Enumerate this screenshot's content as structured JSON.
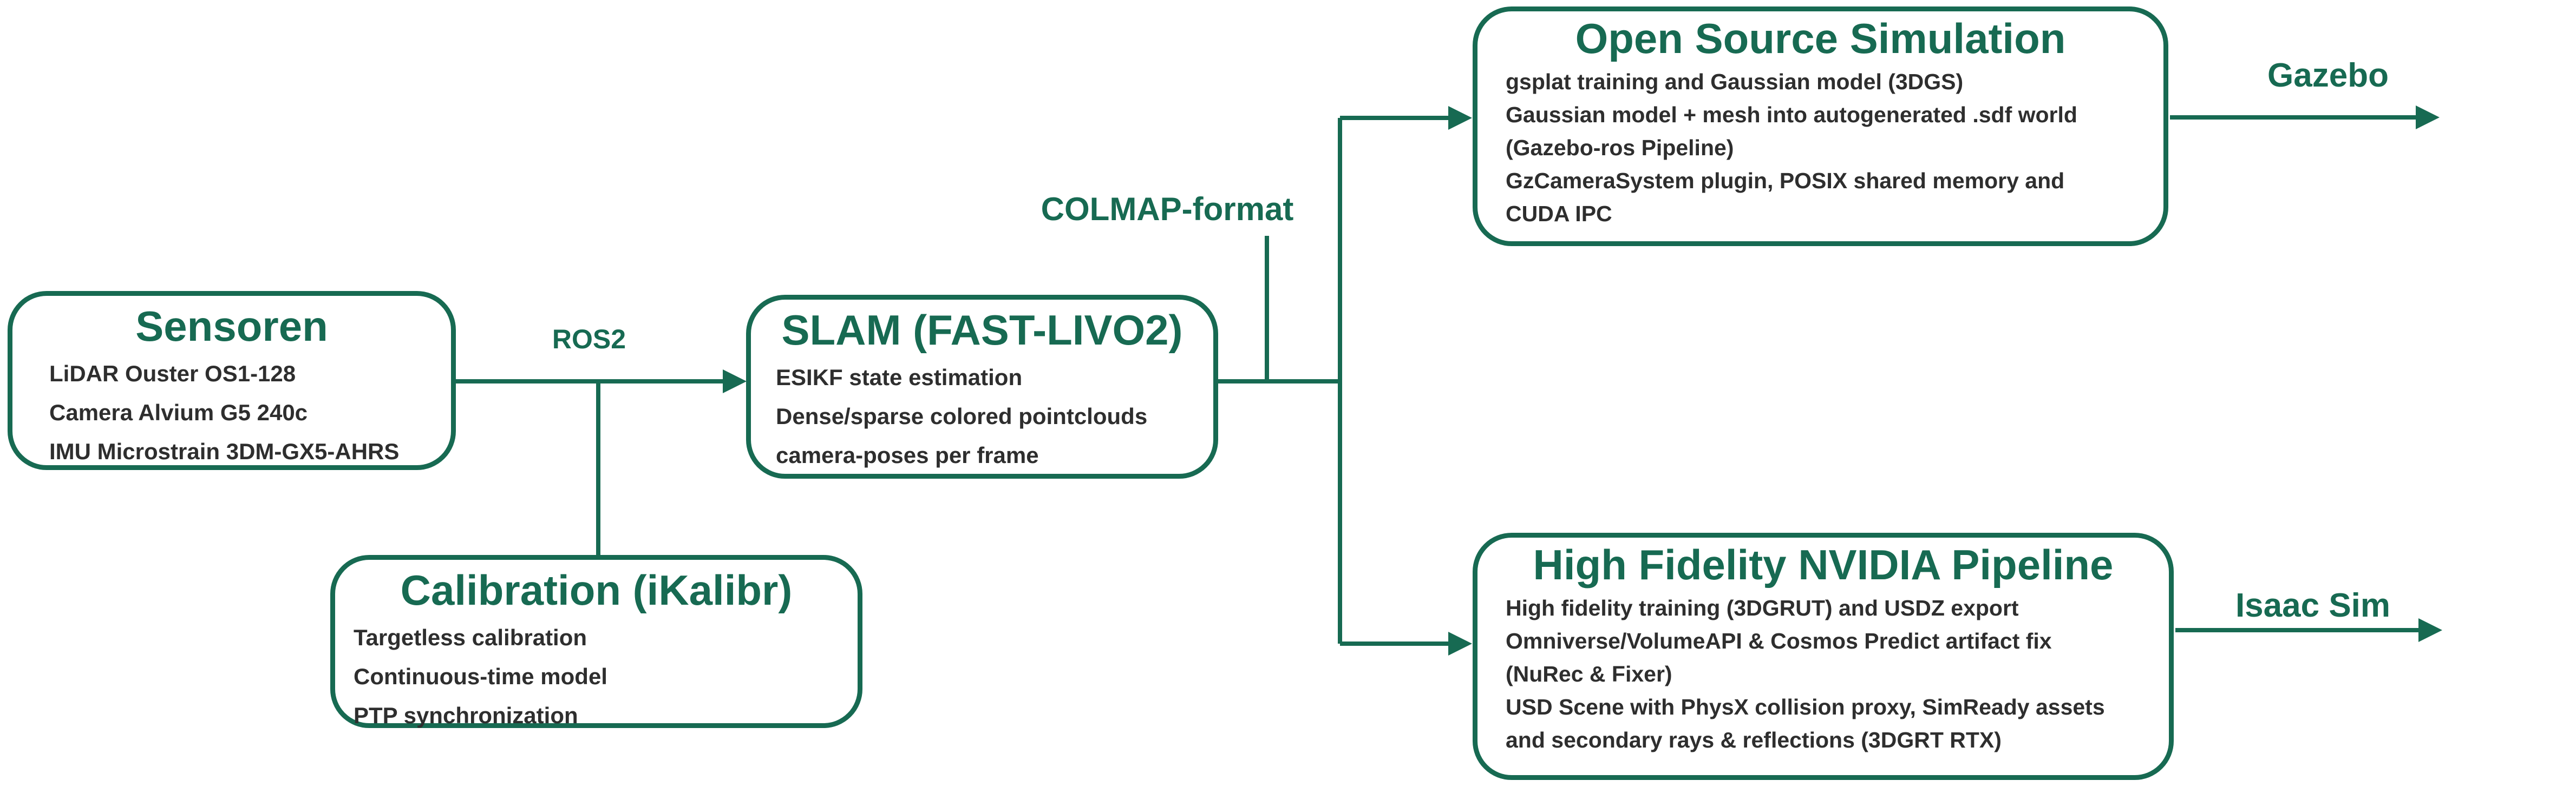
{
  "palette": {
    "accent_green": "#176a52",
    "body_text": "#2e2e2e",
    "background": "#ffffff"
  },
  "nodes": {
    "sensoren": {
      "title": "Sensoren",
      "lines": [
        "LiDAR Ouster OS1-128",
        "Camera Alvium G5 240c",
        "IMU Microstrain 3DM-GX5-AHRS"
      ]
    },
    "calibration": {
      "title": "Calibration (iKalibr)",
      "lines": [
        "Targetless calibration",
        "Continuous-time model",
        "PTP synchronization"
      ]
    },
    "slam": {
      "title": "SLAM (FAST-LIVO2)",
      "lines": [
        "ESIKF state estimation",
        "Dense/sparse colored pointclouds",
        "camera-poses per frame"
      ]
    },
    "open_source_simulation": {
      "title": "Open Source Simulation",
      "lines": [
        "gsplat training and Gaussian model (3DGS)",
        "Gaussian model + mesh into autogenerated .sdf world",
        "(Gazebo-ros Pipeline)",
        "GzCameraSystem plugin, POSIX shared memory and",
        "CUDA IPC"
      ]
    },
    "nvidia_pipeline": {
      "title": "High Fidelity NVIDIA Pipeline",
      "lines": [
        "High fidelity training (3DGRUT) and USDZ export",
        "Omniverse/VolumeAPI & Cosmos Predict artifact fix",
        "(NuRec & Fixer)",
        "USD Scene with PhysX collision proxy, SimReady assets",
        "and secondary rays & reflections (3DGRT RTX)"
      ]
    }
  },
  "edge_labels": {
    "ros2": "ROS2",
    "colmap": "COLMAP-format",
    "gazebo": "Gazebo",
    "isaac_sim": "Isaac Sim"
  }
}
